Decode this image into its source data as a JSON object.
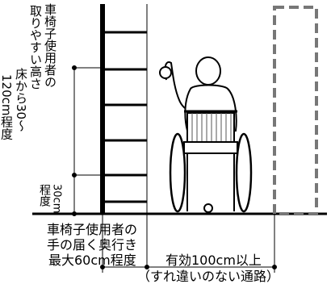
{
  "labels": {
    "vertical_main_line1": "車椅子使用者の",
    "vertical_main_line2": "取りやすい高さ",
    "vertical_main_line3": "床から30～",
    "vertical_main_line4": "120cm程度",
    "vertical_low_line1": "30cm",
    "vertical_low_line2": "程度",
    "reach_line1": "車椅子使用者の",
    "reach_line2": "手の届く奥行き",
    "reach_line3": "最大60cm程度",
    "width_label": "有効100cm以上",
    "width_note": "（すれ違いのない通路）"
  }
}
